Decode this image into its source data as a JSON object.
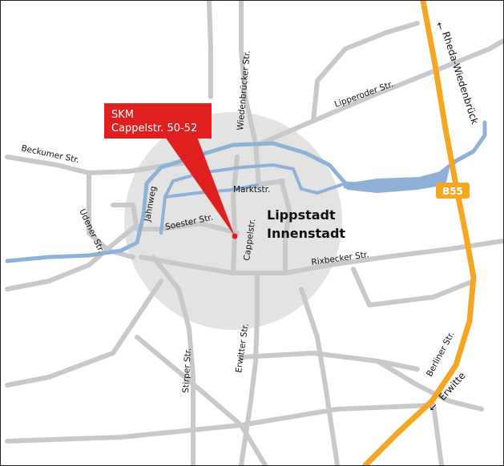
{
  "callout": {
    "line1": "SKM",
    "line2": "Cappelstr. 50-52"
  },
  "district": {
    "line1": "Lippstadt",
    "line2": "Innenstadt"
  },
  "highway": {
    "label": "B55"
  },
  "directions": {
    "north": "Rheda-Wiedenbrück",
    "south": "Erwitte"
  },
  "streets": {
    "wiedenbrucker": "Wiedenbrücker Str.",
    "lipperoder": "Lipperoder Str.",
    "beckumer": "Beckumer Str.",
    "jahnweg": "Jahnweg",
    "udener": "Udener Str.",
    "markt": "Marktstr.",
    "soester": "Soester Str.",
    "cappel": "Cappelstr.",
    "rixbecker": "Rixbecker Str.",
    "erwitter": "Erwitter Str.",
    "stirper": "Stirper Str.",
    "berliner": "Berliner Str."
  },
  "colors": {
    "road": "#c8c9cb",
    "highway": "#f5a623",
    "river": "#8fb1d8",
    "center_area": "#e3e3e4",
    "callout": "#e02020",
    "marker": "#e02020"
  },
  "icons": {
    "north_arrow": "arrow-up-icon",
    "south_arrow": "arrow-down-left-icon",
    "location_marker": "location-dot-icon"
  }
}
